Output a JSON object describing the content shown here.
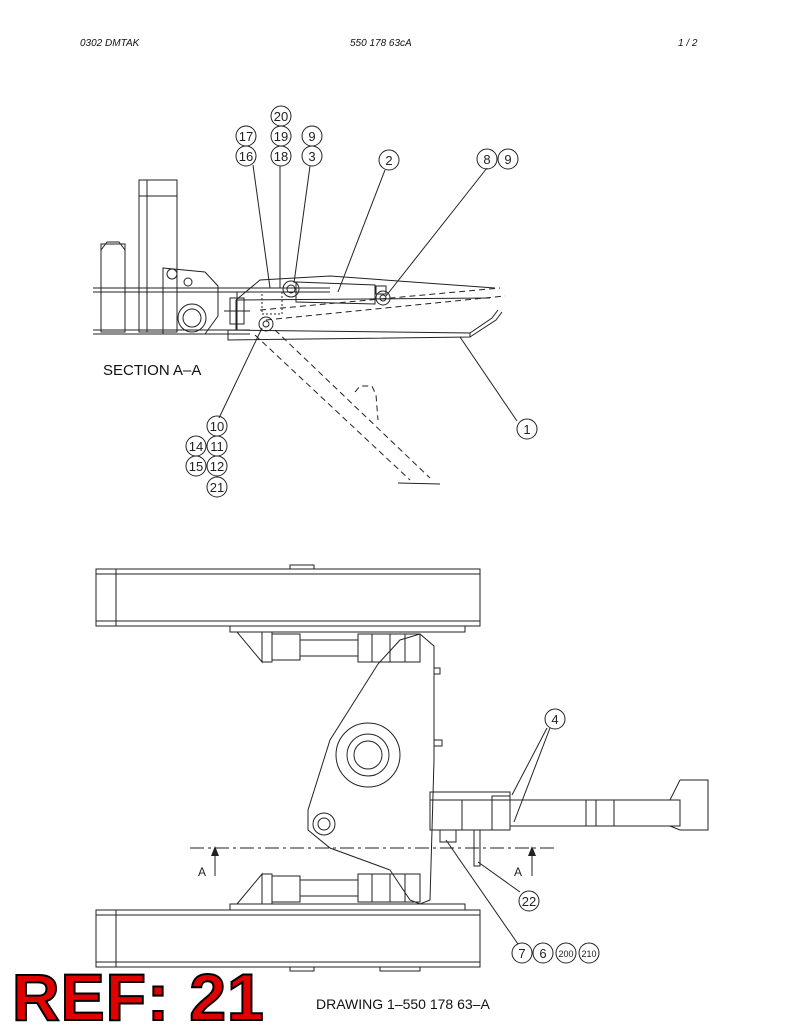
{
  "header": {
    "left": "0302   DMTAK",
    "center": "550 178 63cA",
    "right": "1 /   2"
  },
  "section_label": "SECTION A–A",
  "section_marks": [
    "A",
    "A"
  ],
  "callouts_section": [
    "20",
    "17",
    "19",
    "9",
    "16",
    "18",
    "3",
    "2",
    "8",
    "9",
    "1",
    "10",
    "14",
    "11",
    "15",
    "12",
    "21"
  ],
  "callouts_plan": [
    "4",
    "22",
    "7",
    "6",
    "200",
    "210"
  ],
  "footer_caption": "DRAWING 1–550 178 63–A",
  "ref_badge": "REF: 21",
  "colors": {
    "badge": "#e00000",
    "line": "#222222"
  }
}
